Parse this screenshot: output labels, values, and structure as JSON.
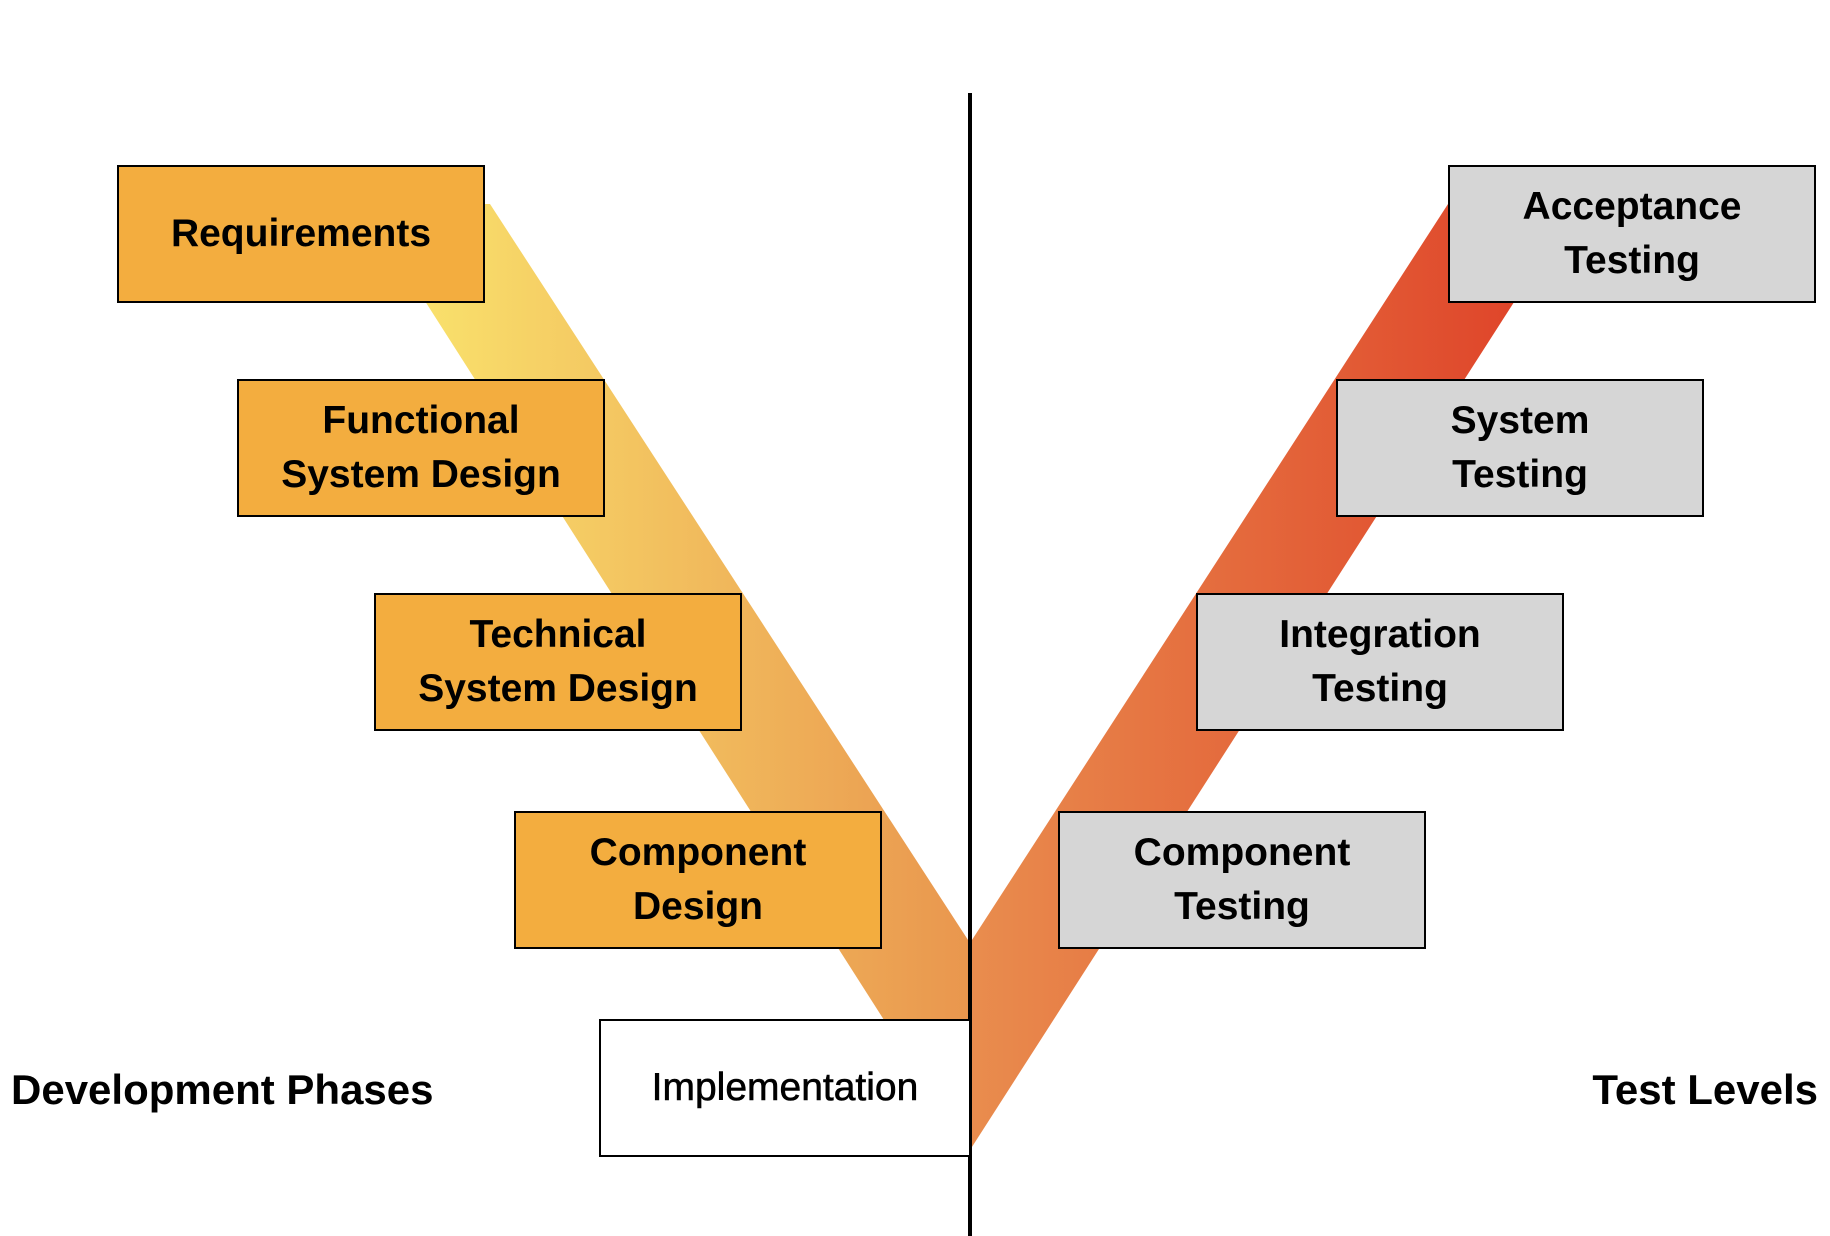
{
  "development": {
    "heading": "Development Phases",
    "phases": [
      "Requirements",
      "Functional\nSystem Design",
      "Technical\nSystem Design",
      "Component\nDesign"
    ],
    "implementation": "Implementation"
  },
  "testing": {
    "heading": "Test Levels",
    "levels": [
      "Acceptance\nTesting",
      "System\nTesting",
      "Integration\nTesting",
      "Component\nTesting"
    ]
  },
  "colors": {
    "dev_box": "#f3ad3f",
    "test_box": "#d6d6d6",
    "left_band_start": "#fbe96f",
    "left_band_end": "#e9964e",
    "right_band_start": "#e98d4e",
    "right_band_end": "#de3d26"
  }
}
